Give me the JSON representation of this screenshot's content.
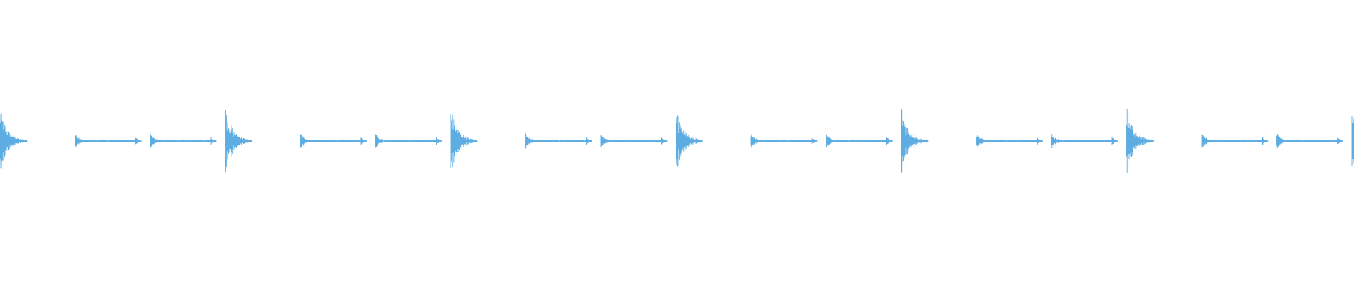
{
  "waveform": {
    "color": "#5DADE2",
    "background": "#FFFFFF",
    "pattern": [
      {
        "type": "hit",
        "peak": 0.95
      },
      {
        "type": "tail",
        "peak": 0.22
      },
      {
        "type": "tail",
        "peak": 0.22
      },
      {
        "type": "hit",
        "peak": 0.98
      },
      {
        "type": "tail",
        "peak": 0.22
      },
      {
        "type": "tail",
        "peak": 0.22
      },
      {
        "type": "hit",
        "peak": 1.0
      },
      {
        "type": "tail",
        "peak": 0.22
      },
      {
        "type": "tail",
        "peak": 0.22
      },
      {
        "type": "hit",
        "peak": 1.0
      },
      {
        "type": "tail",
        "peak": 0.22
      },
      {
        "type": "tail",
        "peak": 0.22
      },
      {
        "type": "hit",
        "peak": 1.0
      },
      {
        "type": "tail",
        "peak": 0.22
      },
      {
        "type": "tail",
        "peak": 0.22
      },
      {
        "type": "hit",
        "peak": 1.0
      },
      {
        "type": "tail",
        "peak": 0.22
      },
      {
        "type": "tail",
        "peak": 0.22
      },
      {
        "type": "hit",
        "peak": 0.9
      }
    ]
  }
}
